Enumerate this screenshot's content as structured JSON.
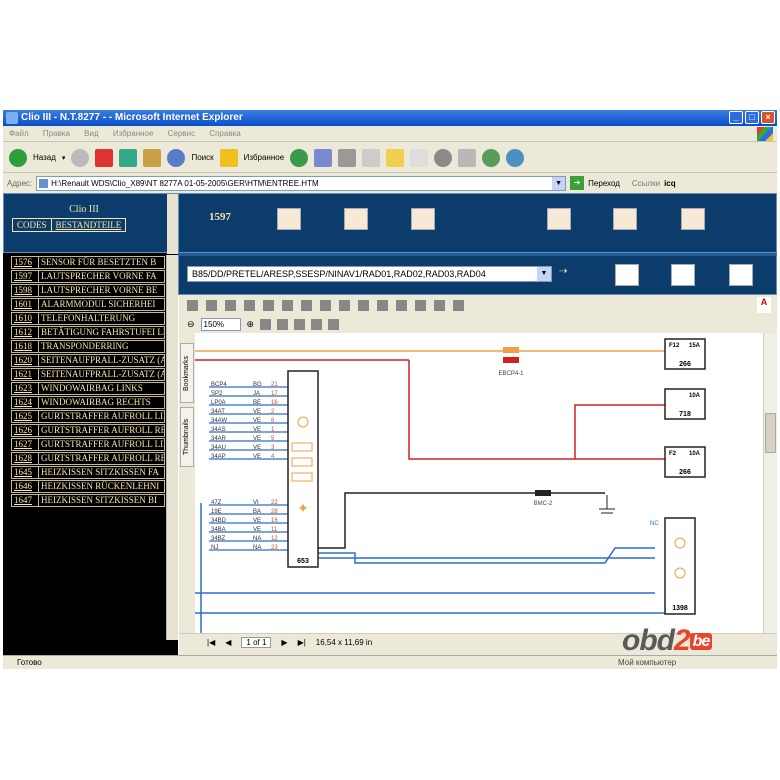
{
  "window": {
    "title": "Clio III - N.T.8277 - - Microsoft Internet Explorer"
  },
  "menu": [
    "Файл",
    "Правка",
    "Вид",
    "Избранное",
    "Сервис",
    "Справка"
  ],
  "toolbar": {
    "back": "Назад",
    "search": "Поиск",
    "favorites": "Избранное"
  },
  "address": {
    "label": "Адрес:",
    "url": "H:\\Renault WDS\\Clio_X89\\NT 8277A 01-05-2005\\GER\\HTM\\ENTREE.HTM",
    "go": "Переход",
    "links": "Ссылки",
    "icq": "icq"
  },
  "left": {
    "title": "Clio III",
    "tab_codes": "CODES",
    "tab_parts": "BESTANDTEILE",
    "items": [
      {
        "code": "1576",
        "desc": "SENSOR FÜR BESETZTEN B"
      },
      {
        "code": "1597",
        "desc": "LAUTSPRECHER VORNE FA"
      },
      {
        "code": "1598",
        "desc": "LAUTSPRECHER VORNE BE"
      },
      {
        "code": "1601",
        "desc": "ALARMMODUL SICHERHEI"
      },
      {
        "code": "1610",
        "desc": "TELEFONHALTERUNG"
      },
      {
        "code": "1612",
        "desc": "BETÄTIGUNG FAHRSTUFEI LENKRAD"
      },
      {
        "code": "1618",
        "desc": "TRANSPONDERRING"
      },
      {
        "code": "1620",
        "desc": "SEITENAUFPRALL-ZUSATZ (AUFPRALLSENSOR)"
      },
      {
        "code": "1621",
        "desc": "SEITENAUFPRALL-ZUSATZ (AUFPRALLSENSOR)"
      },
      {
        "code": "1623",
        "desc": "WINDOWAIRBAG LINKS"
      },
      {
        "code": "1624",
        "desc": "WINDOWAIRBAG RECHTS"
      },
      {
        "code": "1625",
        "desc": "GURTSTRAFFER AUFROLL LINKS"
      },
      {
        "code": "1626",
        "desc": "GURTSTRAFFER AUFROLL RECHTS"
      },
      {
        "code": "1627",
        "desc": "GURTSTRAFFER AUFROLL LINKS"
      },
      {
        "code": "1628",
        "desc": "GURTSTRAFFER AUFROLL RECHTS"
      },
      {
        "code": "1645",
        "desc": "HEIZKISSEN SITZKISSEN FA"
      },
      {
        "code": "1646",
        "desc": "HEIZKISSEN RÜCKENLEHNI"
      },
      {
        "code": "1647",
        "desc": "HEIZKISSEN SITZKISSEN BI"
      }
    ]
  },
  "top": {
    "number": "1597"
  },
  "selector": {
    "value": "B85/DD/PRETEL/ARESP,SSESP/NINAV1/RAD01,RAD02,RAD03,RAD04"
  },
  "pdf": {
    "zoom": "150%",
    "tab_bookmarks": "Bookmarks",
    "tab_thumbnails": "Thumbnails",
    "page": "1 of 1",
    "size": "16,54 x 11,69 in"
  },
  "diagram": {
    "fuse1": {
      "left": "F12",
      "right": "15A",
      "code": "266"
    },
    "fuse2": {
      "right": "10A",
      "code": "718"
    },
    "fuse3": {
      "left": "F2",
      "right": "10A",
      "code": "266"
    },
    "module_code": "653",
    "lower_code": "1398",
    "sp2": "SP2",
    "ebcp": "EBCP4-1",
    "bmc": "BMC-2",
    "nc": "NC",
    "pins": [
      {
        "name": "BCP4",
        "color": "BG",
        "num": "21"
      },
      {
        "name": "SP2",
        "color": "JA",
        "num": "17"
      },
      {
        "name": "LP0A",
        "color": "BE",
        "num": "16"
      },
      {
        "name": "34AT",
        "color": "VE",
        "num": "2"
      },
      {
        "name": "34AW",
        "color": "VE",
        "num": "6"
      },
      {
        "name": "34AS",
        "color": "VE",
        "num": "1"
      },
      {
        "name": "34AR",
        "color": "VE",
        "num": "5"
      },
      {
        "name": "34AU",
        "color": "VE",
        "num": "3"
      },
      {
        "name": "34AP",
        "color": "VE",
        "num": "4"
      }
    ],
    "pins2": [
      {
        "name": "47Z",
        "color": "VI",
        "num": "22"
      },
      {
        "name": "19E",
        "color": "BA",
        "num": "28"
      },
      {
        "name": "34BD",
        "color": "VE",
        "num": "16"
      },
      {
        "name": "34BA",
        "color": "VE",
        "num": "11"
      },
      {
        "name": "34BZ",
        "color": "NA",
        "num": "12"
      },
      {
        "name": "NJ",
        "color": "NA",
        "num": "23"
      }
    ]
  },
  "status": {
    "left": "Готово",
    "right": "Мой компьютер"
  },
  "watermark": {
    "a": "obd",
    "b": "2",
    "c": "be"
  }
}
